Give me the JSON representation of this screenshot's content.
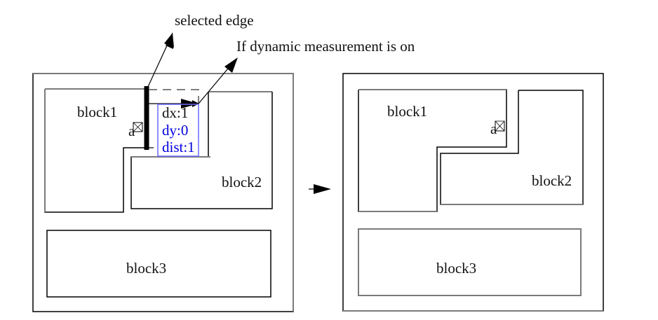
{
  "annotations": {
    "selected_edge": "selected edge",
    "dynamic_measurement": "If dynamic measurement is on"
  },
  "before": {
    "block1_label": "block1",
    "block2_label": "block2",
    "block3_label": "block3",
    "pin_label": "a",
    "measurement": {
      "dx": "dx:1",
      "dy": "dy:0",
      "dist": "dist:1"
    }
  },
  "after": {
    "block1_label": "block1",
    "block2_label": "block2",
    "block3_label": "block3",
    "pin_label": "a"
  },
  "colors": {
    "outline_dark": "#000000",
    "outline_gray": "#7a7a7a",
    "measure_blue": "#0000e0",
    "measure_box": "#6a6aff"
  }
}
